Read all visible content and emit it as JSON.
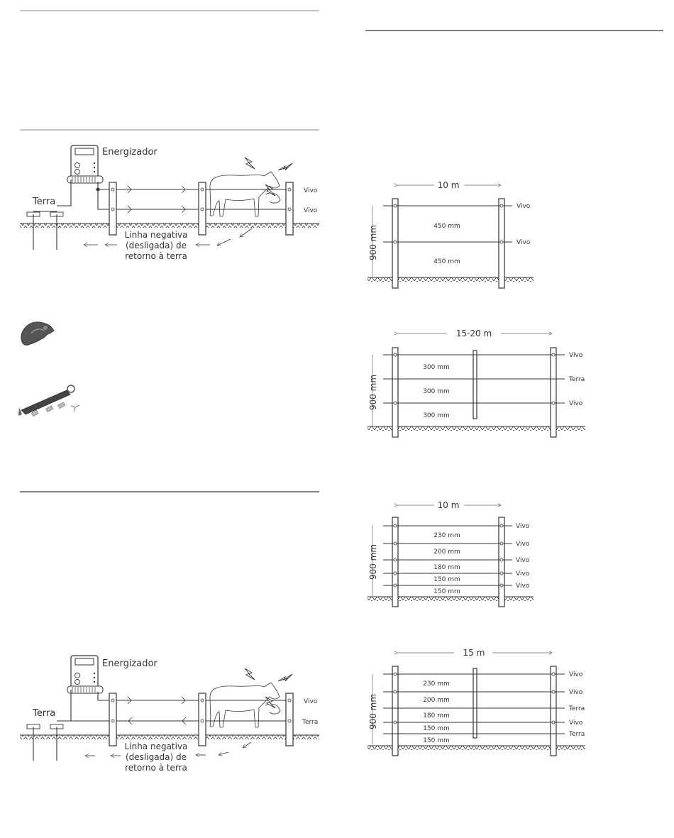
{
  "diagram_top": {
    "energizer_label": "Energizador",
    "earth_label": "Terra",
    "wire1_label": "Vivo",
    "wire2_label": "Vivo",
    "return_line": [
      "Linha negativa",
      "(desligada) de",
      "retorno à terra"
    ]
  },
  "diagram_bottom": {
    "energizer_label": "Energizador",
    "earth_label": "Terra",
    "wire1_label": "Vivo",
    "wire2_label": "Terra",
    "return_line": [
      "Linha negativa",
      "(desligada) de",
      "retorno à terra"
    ]
  },
  "fence_a": {
    "span": "10 m",
    "height": "900 mm",
    "spacings": [
      "450 mm",
      "450 mm"
    ],
    "wire_labels": [
      "Vivo",
      "Vivo"
    ]
  },
  "fence_b": {
    "span": "15-20 m",
    "height": "900 mm",
    "spacings": [
      "300 mm",
      "300 mm",
      "300 mm"
    ],
    "wire_labels": [
      "Vivo",
      "Terra",
      "Vivo"
    ]
  },
  "fence_c": {
    "span": "10 m",
    "height": "900 mm",
    "spacings": [
      "230 mm",
      "200 mm",
      "180 mm",
      "150 mm",
      "150 mm"
    ],
    "wire_labels": [
      "Vivo",
      "Vivo",
      "Vivo",
      "Vivo",
      "Vivo"
    ]
  },
  "fence_d": {
    "span": "15 m",
    "height": "900 mm",
    "spacings": [
      "230 mm",
      "200 mm",
      "180 mm",
      "150 mm",
      "150 mm"
    ],
    "wire_labels": [
      "Vivo",
      "Vivo",
      "Terra",
      "Vivo",
      "Terra"
    ]
  },
  "icons": [
    "insulator-clip-icon",
    "gate-handle-kit-icon"
  ]
}
